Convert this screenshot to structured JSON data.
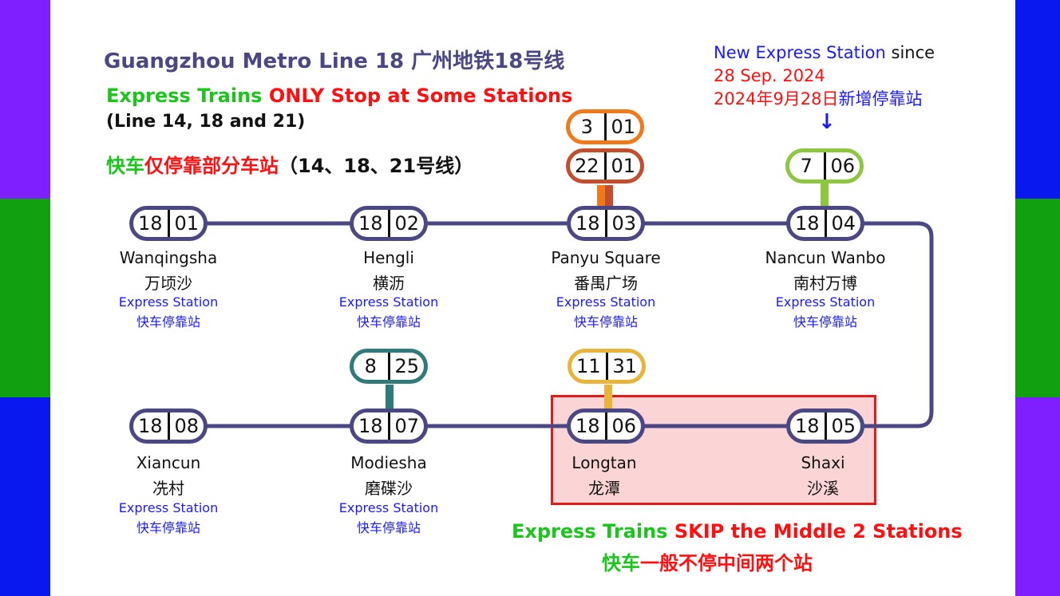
{
  "colors": {
    "line18": "#4a4784",
    "band_purple": "#7f1fff",
    "band_green": "#10a010",
    "band_blue": "#0a18f0",
    "express_green": "#19c619",
    "red": "#ff1010",
    "blue": "#1a1aff",
    "line3": "#f07a1a",
    "line22": "#c24e2e",
    "line7": "#8dc63f",
    "line8": "#2f7b7b",
    "line11": "#e8b53a",
    "skip_zone_bg": "#fbd5d5",
    "skip_zone_border": "#e31a1a"
  },
  "title": "Guangzhou Metro Line 18 广州地铁18号线",
  "subtitle": {
    "part1": "Express Trains",
    "part2": "ONLY Stop at Some Stations",
    "part3": "(Line 14, 18 and 21)",
    "cn_part1": "快车",
    "cn_part2": "仅停靠部分车站",
    "cn_part3": "（14、18、21号线）"
  },
  "notice": {
    "part1": "New Express Station",
    "part2": " since",
    "date_en": "28 Sep. 2024",
    "date_cn": "2024年9月28日",
    "cn_new": "新增停靠站",
    "arrow": "↓"
  },
  "express_label": "Express Station",
  "express_label_cn": "快车停靠站",
  "stations": [
    {
      "line": "18",
      "num": "01",
      "name": "Wanqingsha",
      "cn": "万顷沙",
      "express": true
    },
    {
      "line": "18",
      "num": "02",
      "name": "Hengli",
      "cn": "横沥",
      "express": true
    },
    {
      "line": "18",
      "num": "03",
      "name": "Panyu Square",
      "cn": "番禺广场",
      "express": true
    },
    {
      "line": "18",
      "num": "04",
      "name": "Nancun Wanbo",
      "cn": "南村万博",
      "express": true
    },
    {
      "line": "18",
      "num": "05",
      "name": "Shaxi",
      "cn": "沙溪",
      "express": false
    },
    {
      "line": "18",
      "num": "06",
      "name": "Longtan",
      "cn": "龙潭",
      "express": false
    },
    {
      "line": "18",
      "num": "07",
      "name": "Modiesha",
      "cn": "磨碟沙",
      "express": true
    },
    {
      "line": "18",
      "num": "08",
      "name": "Xiancun",
      "cn": "冼村",
      "express": true
    }
  ],
  "transfers": [
    {
      "line": "3",
      "num": "01"
    },
    {
      "line": "22",
      "num": "01"
    },
    {
      "line": "7",
      "num": "06"
    },
    {
      "line": "8",
      "num": "25"
    },
    {
      "line": "11",
      "num": "31"
    }
  ],
  "skip_note": {
    "part1": "Express Trains",
    "part2": "SKIP the Middle 2 Stations",
    "cn_part1": "快车",
    "cn_part2": "一般不停中间两个站"
  }
}
